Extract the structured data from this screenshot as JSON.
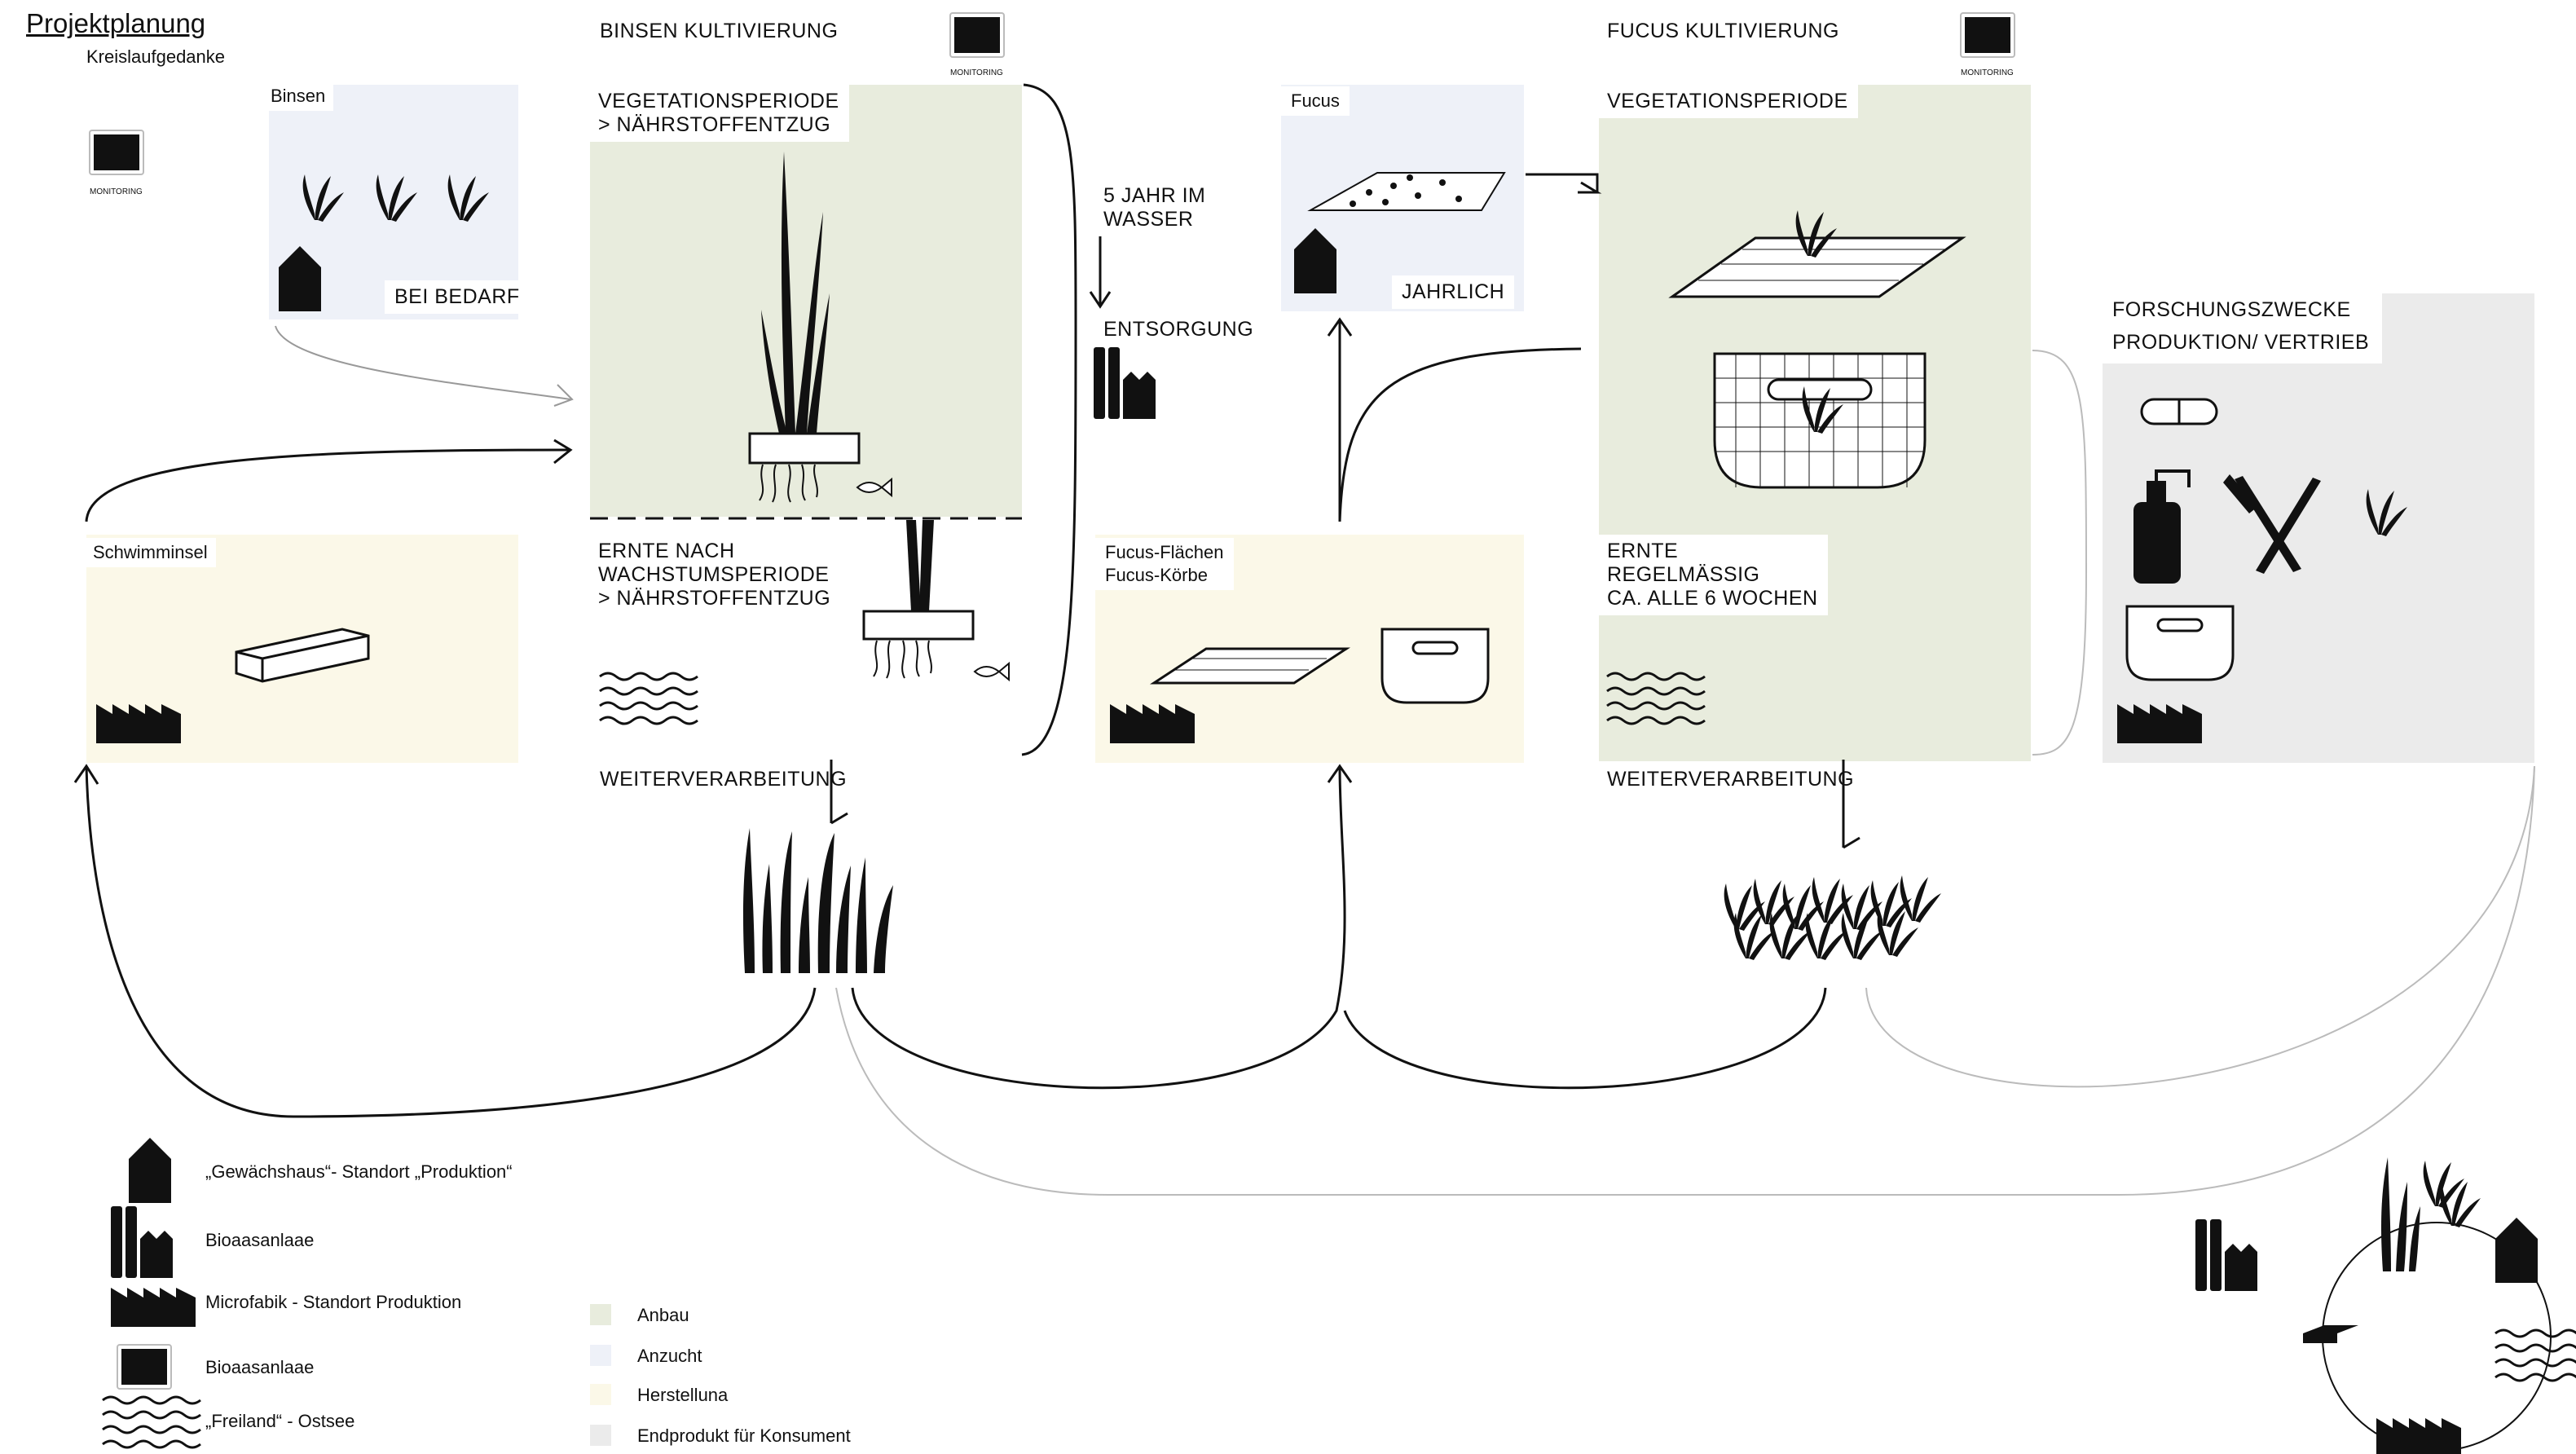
{
  "header": {
    "title": "Projektplanung",
    "subtitle": "Kreislaufgedanke"
  },
  "sections": {
    "binsen_title": "BINSEN KULTIVIERUNG",
    "fucus_title": "FUCUS KULTIVIERUNG"
  },
  "monitoring_label": "MONITORING",
  "boxes": {
    "binsen_anzucht": {
      "label": "Binsen",
      "note": "BEI BEDARF"
    },
    "binsen_veg": {
      "label": "VEGETATIONSPERIODE\n> NÄHRSTOFFENTZUG"
    },
    "binsen_ernte": {
      "label": "ERNTE NACH\nWACHSTUMSPERIODE\n> NÄHRSTOFFENTZUG"
    },
    "schwimminsel": {
      "label": "Schwimminsel"
    },
    "fucus_anzucht": {
      "label": "Fucus",
      "note": "JAHRLICH"
    },
    "fucus_herstellung": {
      "label": "Fucus-Flächen\nFucus-Körbe"
    },
    "fucus_veg": {
      "label": "VEGETATIONSPERIODE"
    },
    "fucus_ernte": {
      "label": "ERNTE\nREGELMÄSSIG\nCA. ALLE 6 WOCHEN"
    },
    "endprodukt": {
      "label": "FORSCHUNGSZWECKE\nPRODUKTION/ VERTRIEB"
    }
  },
  "flow_labels": {
    "wasser": "5 JAHR IM\nWASSER",
    "entsorgung": "ENTSORGUNG",
    "weiterverarbeitung_binsen": "WEITERVERARBEITUNG",
    "weiterverarbeitung_fucus": "WEITERVERARBEITUNG"
  },
  "legend_icons": [
    {
      "icon": "greenhouse-icon",
      "label": "„Gewächshaus“- Standort „Produktion“"
    },
    {
      "icon": "biogas-plant-icon",
      "label": "Bioaasanlaae"
    },
    {
      "icon": "factory-icon",
      "label": "Microfabik - Standort Produktion"
    },
    {
      "icon": "monitor-icon",
      "label": "Bioaasanlaae"
    },
    {
      "icon": "waves-icon",
      "label": "„Freiland“ - Ostsee"
    }
  ],
  "legend_colors": [
    {
      "color": "#e8ecdd",
      "label": "Anbau"
    },
    {
      "color": "#eef1f8",
      "label": "Anzucht"
    },
    {
      "color": "#fbf8e8",
      "label": "Herstelluna"
    },
    {
      "color": "#ebebeb",
      "label": "Endprodukt für Konsument"
    }
  ],
  "colors": {
    "anbau": "#e8ecdd",
    "anzucht": "#eef1f8",
    "herstellung": "#fbf8e8",
    "endprodukt": "#ebebeb",
    "ink": "#111111"
  }
}
